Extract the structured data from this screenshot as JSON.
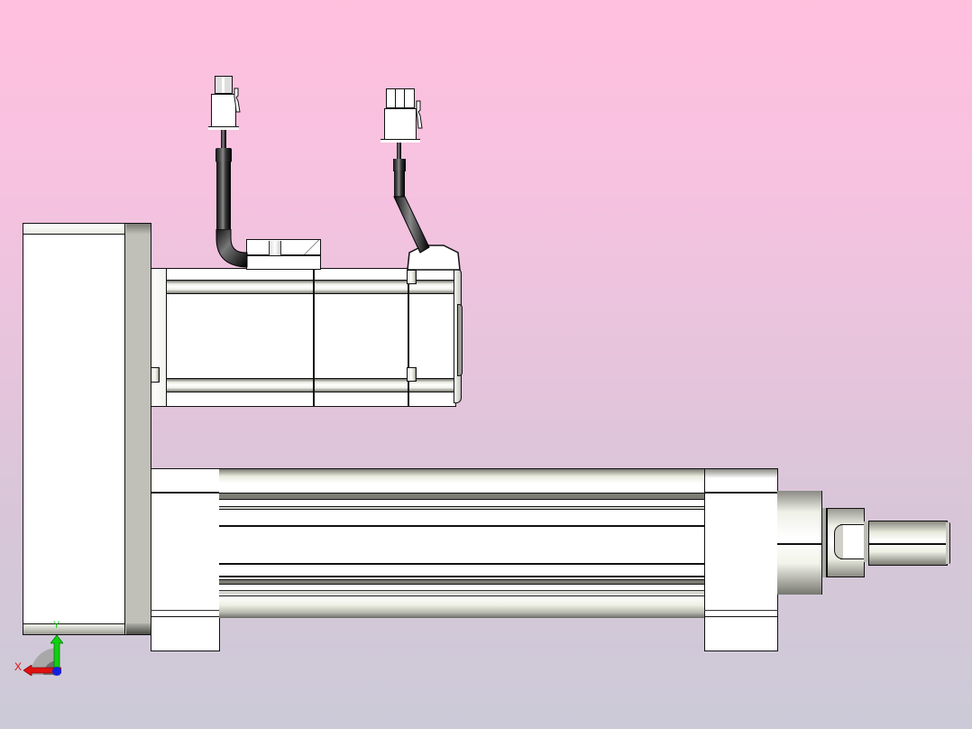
{
  "viewport": {
    "type": "CAD 3D viewport",
    "view": "side elevation (front view)",
    "background_gradient": {
      "top": "#ffc0de",
      "bottom": "#cccad8"
    }
  },
  "model": {
    "name": "linear actuator with parallel-mounted servo motor",
    "parts": [
      {
        "id": "end-housing",
        "label": "belt/pulley end housing"
      },
      {
        "id": "servo-motor",
        "label": "servo motor body"
      },
      {
        "id": "power-cable",
        "label": "motor power cable with connector"
      },
      {
        "id": "encoder-cable",
        "label": "encoder cable with connector"
      },
      {
        "id": "actuator-tube",
        "label": "actuator cylinder tube"
      },
      {
        "id": "front-flange",
        "label": "front flange block"
      },
      {
        "id": "rear-foot",
        "label": "rear mounting foot"
      },
      {
        "id": "front-foot",
        "label": "front mounting foot"
      },
      {
        "id": "rod-boss",
        "label": "rod end boss"
      },
      {
        "id": "rod-nut",
        "label": "rod lock nut"
      },
      {
        "id": "piston-rod",
        "label": "piston rod"
      }
    ]
  },
  "triad": {
    "x_label": "X",
    "y_label": "Y",
    "x_color": "#e01010",
    "y_color": "#10d010",
    "z_color": "#1020e0"
  }
}
